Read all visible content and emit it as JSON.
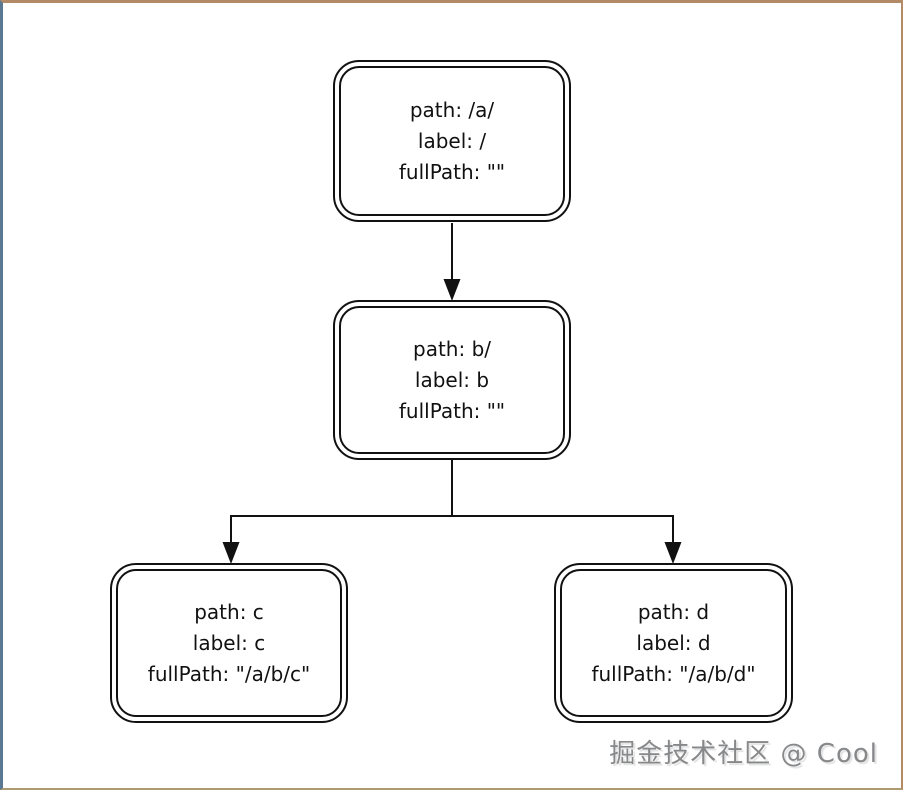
{
  "diagram": {
    "type": "tree",
    "nodes": [
      {
        "id": "root",
        "lines": [
          "path: /a/",
          "label: /",
          "fullPath: \"\""
        ]
      },
      {
        "id": "b",
        "lines": [
          "path: b/",
          "label: b",
          "fullPath: \"\""
        ]
      },
      {
        "id": "c",
        "lines": [
          "path: c",
          "label: c",
          "fullPath: \"/a/b/c\""
        ]
      },
      {
        "id": "d",
        "lines": [
          "path: d",
          "label: d",
          "fullPath: \"/a/b/d\""
        ]
      }
    ],
    "edges": [
      {
        "from": "root",
        "to": "b"
      },
      {
        "from": "b",
        "to": "c"
      },
      {
        "from": "b",
        "to": "d"
      }
    ]
  },
  "watermark": {
    "text": "掘金技术社区 @ Cool"
  },
  "colors": {
    "background": "#ffffff",
    "node_fill": "#ffffff",
    "stroke": "#111111",
    "frame_top": "#b28a66",
    "frame_left": "#5a7891",
    "frame_bottom": "#ae9a70",
    "frame_right": "#b28a66",
    "watermark_text": "#87888a"
  }
}
